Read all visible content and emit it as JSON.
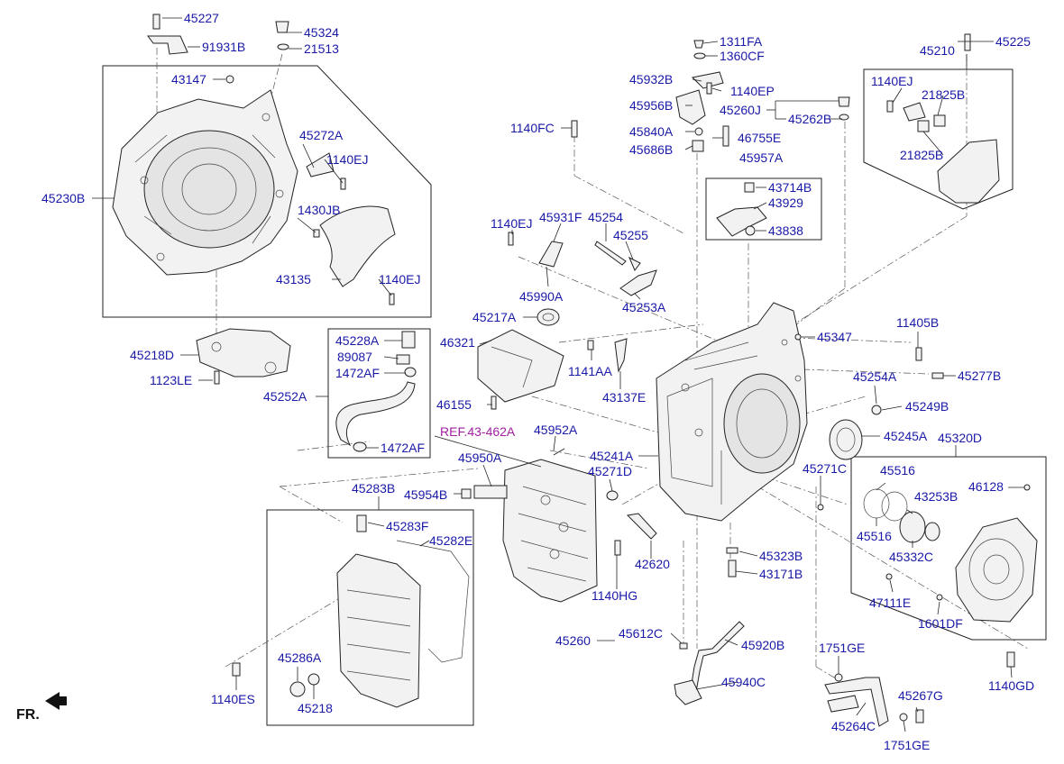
{
  "colors": {
    "label": "#1a1aa8",
    "reference": "#a020a0",
    "lines": "#222222"
  },
  "direction_label": "FR.",
  "parts": [
    {
      "id": "p45227",
      "label": "45227"
    },
    {
      "id": "p45324",
      "label": "45324"
    },
    {
      "id": "p91931B",
      "label": "91931B"
    },
    {
      "id": "p21513",
      "label": "21513"
    },
    {
      "id": "p43147",
      "label": "43147"
    },
    {
      "id": "p45230B",
      "label": "45230B"
    },
    {
      "id": "p45272A",
      "label": "45272A"
    },
    {
      "id": "p1140EJ_a",
      "label": "1140EJ"
    },
    {
      "id": "p1430JB",
      "label": "1430JB"
    },
    {
      "id": "p43135",
      "label": "43135"
    },
    {
      "id": "p1140EJ_b",
      "label": "1140EJ"
    },
    {
      "id": "p45218D",
      "label": "45218D"
    },
    {
      "id": "p1123LE",
      "label": "1123LE"
    },
    {
      "id": "p45252A",
      "label": "45252A"
    },
    {
      "id": "p45228A",
      "label": "45228A"
    },
    {
      "id": "p89087",
      "label": "89087"
    },
    {
      "id": "p1472AF_a",
      "label": "1472AF"
    },
    {
      "id": "p1472AF_b",
      "label": "1472AF"
    },
    {
      "id": "p1311FA",
      "label": "1311FA"
    },
    {
      "id": "p1360CF",
      "label": "1360CF"
    },
    {
      "id": "p45932B",
      "label": "45932B"
    },
    {
      "id": "p1140EP",
      "label": "1140EP"
    },
    {
      "id": "p45956B",
      "label": "45956B"
    },
    {
      "id": "p45260J",
      "label": "45260J"
    },
    {
      "id": "p45262B",
      "label": "45262B"
    },
    {
      "id": "p1140FC",
      "label": "1140FC"
    },
    {
      "id": "p45840A",
      "label": "45840A"
    },
    {
      "id": "p46755E",
      "label": "46755E"
    },
    {
      "id": "p45686B",
      "label": "45686B"
    },
    {
      "id": "p45957A",
      "label": "45957A"
    },
    {
      "id": "p43714B",
      "label": "43714B"
    },
    {
      "id": "p43929",
      "label": "43929"
    },
    {
      "id": "p43838",
      "label": "43838"
    },
    {
      "id": "p45210",
      "label": "45210"
    },
    {
      "id": "p45225",
      "label": "45225"
    },
    {
      "id": "p1140EJ_c",
      "label": "1140EJ"
    },
    {
      "id": "p21825B_a",
      "label": "21825B"
    },
    {
      "id": "p21825B_b",
      "label": "21825B"
    },
    {
      "id": "p1140EJ_d",
      "label": "1140EJ"
    },
    {
      "id": "p45931F",
      "label": "45931F"
    },
    {
      "id": "p45254",
      "label": "45254"
    },
    {
      "id": "p45255",
      "label": "45255"
    },
    {
      "id": "p45990A",
      "label": "45990A"
    },
    {
      "id": "p45253A",
      "label": "45253A"
    },
    {
      "id": "p45217A",
      "label": "45217A"
    },
    {
      "id": "p46321",
      "label": "46321"
    },
    {
      "id": "p1141AA",
      "label": "1141AA"
    },
    {
      "id": "p43137E",
      "label": "43137E"
    },
    {
      "id": "p46155",
      "label": "46155"
    },
    {
      "id": "p45347",
      "label": "45347"
    },
    {
      "id": "p11405B",
      "label": "11405B"
    },
    {
      "id": "p45277B",
      "label": "45277B"
    },
    {
      "id": "p45254A",
      "label": "45254A"
    },
    {
      "id": "p45249B",
      "label": "45249B"
    },
    {
      "id": "p45245A",
      "label": "45245A"
    },
    {
      "id": "p45320D",
      "label": "45320D"
    },
    {
      "id": "p45952A",
      "label": "45952A"
    },
    {
      "id": "p45241A",
      "label": "45241A"
    },
    {
      "id": "p45271D",
      "label": "45271D"
    },
    {
      "id": "p45271C",
      "label": "45271C"
    },
    {
      "id": "p45950A",
      "label": "45950A"
    },
    {
      "id": "p45954B",
      "label": "45954B"
    },
    {
      "id": "p45283B",
      "label": "45283B"
    },
    {
      "id": "p45283F",
      "label": "45283F"
    },
    {
      "id": "p45282E",
      "label": "45282E"
    },
    {
      "id": "p45286A",
      "label": "45286A"
    },
    {
      "id": "p45218",
      "label": "45218"
    },
    {
      "id": "p1140ES",
      "label": "1140ES"
    },
    {
      "id": "p42620",
      "label": "42620"
    },
    {
      "id": "p1140HG",
      "label": "1140HG"
    },
    {
      "id": "p45323B",
      "label": "45323B"
    },
    {
      "id": "p43171B",
      "label": "43171B"
    },
    {
      "id": "p45260",
      "label": "45260"
    },
    {
      "id": "p45612C",
      "label": "45612C"
    },
    {
      "id": "p45920B",
      "label": "45920B"
    },
    {
      "id": "p45940C",
      "label": "45940C"
    },
    {
      "id": "p1751GE_a",
      "label": "1751GE"
    },
    {
      "id": "p45264C",
      "label": "45264C"
    },
    {
      "id": "p45267G",
      "label": "45267G"
    },
    {
      "id": "p1751GE_b",
      "label": "1751GE"
    },
    {
      "id": "p45516_a",
      "label": "45516"
    },
    {
      "id": "p45516_b",
      "label": "45516"
    },
    {
      "id": "p43253B",
      "label": "43253B"
    },
    {
      "id": "p46128",
      "label": "46128"
    },
    {
      "id": "p45332C",
      "label": "45332C"
    },
    {
      "id": "p47111E",
      "label": "47111E"
    },
    {
      "id": "p1601DF",
      "label": "1601DF"
    },
    {
      "id": "p1140GD",
      "label": "1140GD"
    }
  ],
  "reference": {
    "label": "REF.43-462A"
  }
}
